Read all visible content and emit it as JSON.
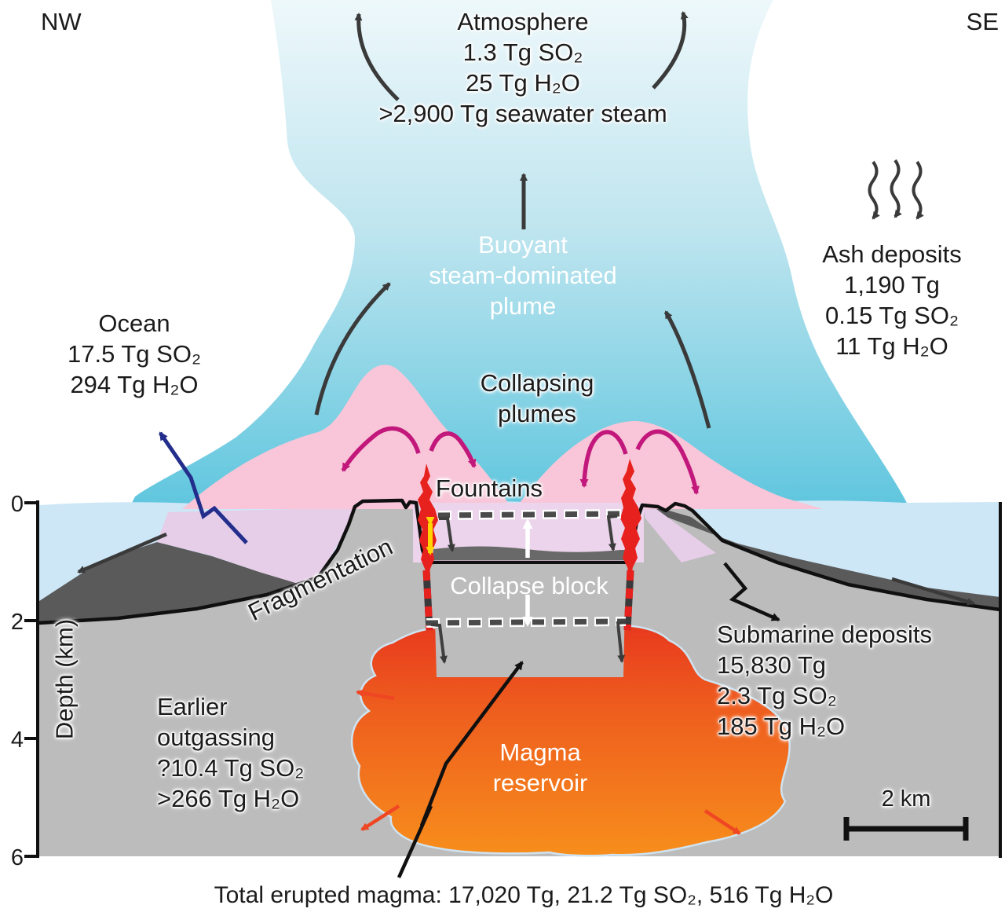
{
  "labels": {
    "nw": "NW",
    "se": "SE",
    "atmosphere": {
      "lines": [
        "Atmosphere",
        "1.3 Tg SO₂",
        "25 Tg H₂O",
        ">2,900 Tg seawater steam"
      ]
    },
    "buoyant_plume": {
      "lines": [
        "Buoyant",
        "steam-dominated",
        "plume"
      ]
    },
    "ash_deposits": {
      "lines": [
        "Ash deposits",
        "1,190 Tg",
        "0.15 Tg SO₂",
        "11 Tg H₂O"
      ]
    },
    "ocean": {
      "lines": [
        "Ocean",
        "17.5 Tg SO₂",
        "294 Tg H₂O"
      ]
    },
    "collapsing_plumes": {
      "lines": [
        "Collapsing",
        "plumes"
      ]
    },
    "fountains": "Fountains",
    "collapse_block": "Collapse block",
    "fragmentation": "Fragmentation",
    "submarine_deposits": {
      "lines": [
        "Submarine deposits",
        "15,830 Tg",
        "2.3 Tg SO₂",
        "185 Tg H₂O"
      ]
    },
    "earlier_outgassing": {
      "lines": [
        "Earlier",
        "outgassing",
        "?10.4 Tg SO₂",
        ">266 Tg H₂O"
      ]
    },
    "magma_reservoir": {
      "lines": [
        "Magma",
        "reservoir"
      ]
    },
    "total_erupted": "Total erupted magma: 17,020 Tg, 21.2 Tg SO₂, 516 Tg H₂O"
  },
  "axis": {
    "label": "Depth (km)",
    "ticks": [
      "0",
      "2",
      "4",
      "6"
    ]
  },
  "scale_bar": {
    "label": "2 km"
  },
  "colors": {
    "plume_top": "#eaf6fa",
    "plume_bottom": "#5fc6de",
    "water": "#cde7f7",
    "pink_plume": "#f8c6d8",
    "lavender": "#ecd4ec",
    "flank_pink": "#e6cde8",
    "crust_gray": "#bcbcbc",
    "deposit_dark": "#5a5a5a",
    "sediment_band": "#696969",
    "magma_red": "#e8391e",
    "magma_orange": "#f78e1c",
    "fountain_red": "#e7211d",
    "magenta_arrow": "#c2187c",
    "navy_arrow": "#232e8c",
    "dark_arrow": "#3a3a3a",
    "yellow_arrow": "#ffd400",
    "red_arrow": "#ef4623"
  }
}
